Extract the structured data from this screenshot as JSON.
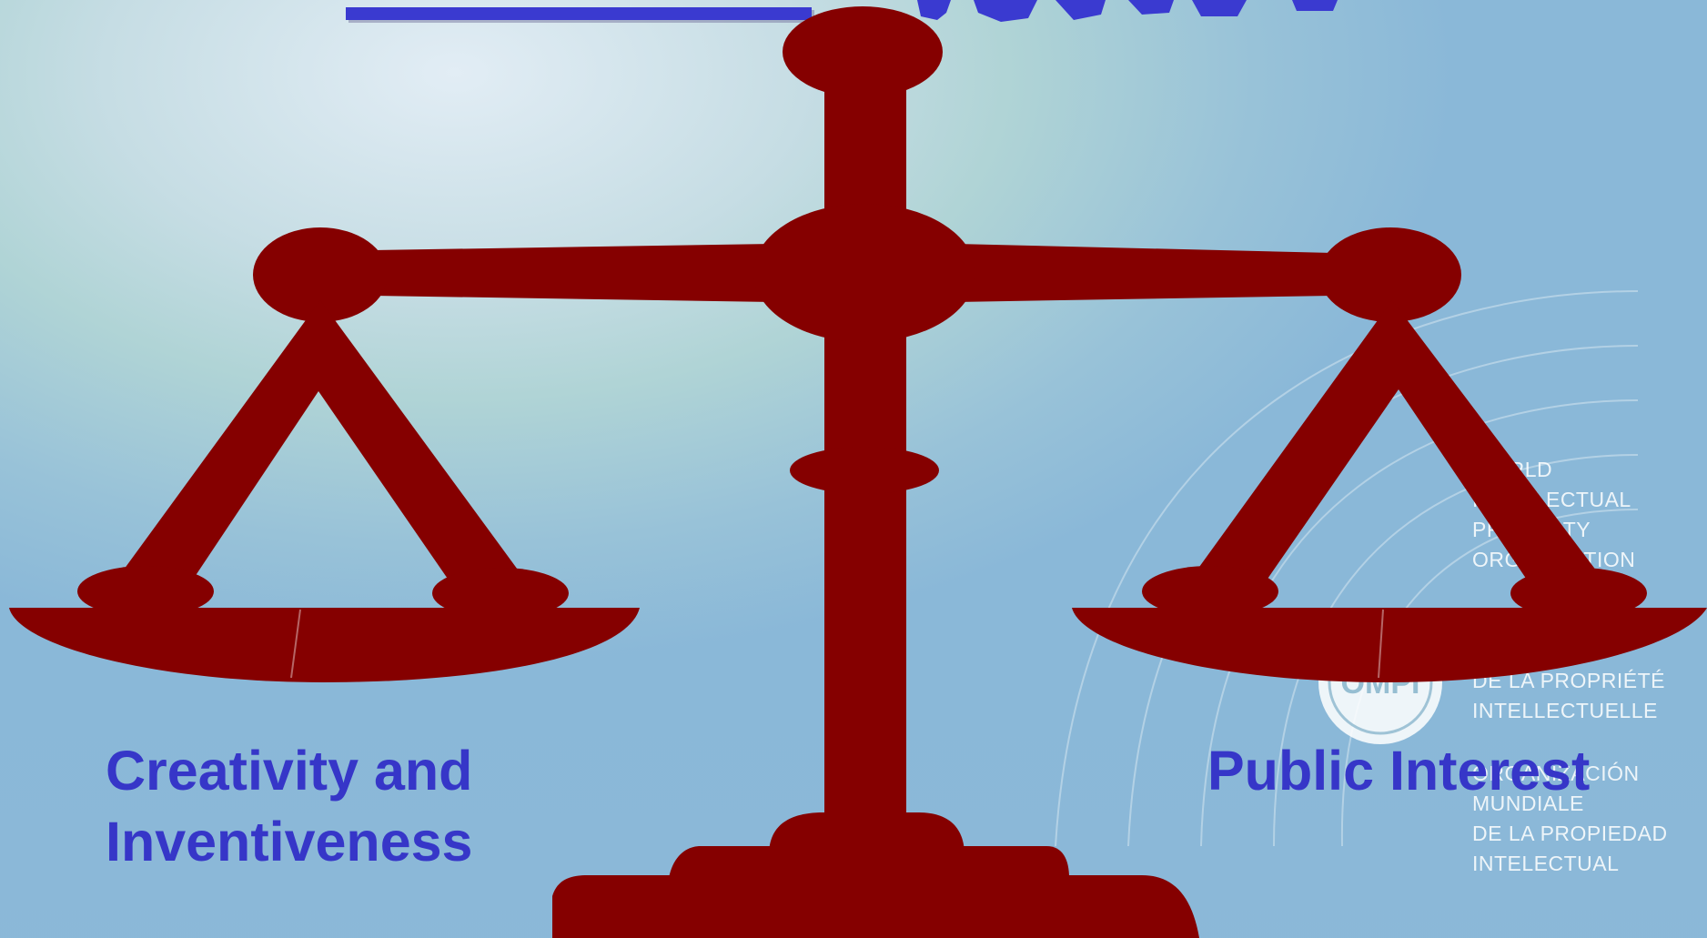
{
  "slide": {
    "title_underlined": "balanced",
    "title_rest": "system",
    "caption_left": "Creativity and\nInventiveness",
    "caption_right": "Public Interest"
  },
  "watermark": {
    "en_line1": "WORLD",
    "en_line2": "INTELLECTUAL",
    "en_line3": "PROPERTY",
    "en_line4": "ORGANIZATION",
    "fr_line1": "DE LA PROPRIÉTÉ",
    "fr_line2": "INTELLECTUELLE",
    "es_line1": "ORGANIZACIÓN",
    "es_line2": "MUNDIALE",
    "es_line3": "DE LA PROPIEDAD",
    "es_line4": "INTELECTUAL",
    "seal_text": "OMPI"
  },
  "colors": {
    "scale": "#850000",
    "caption": "#3636c8",
    "title": "#3a3ad0"
  }
}
